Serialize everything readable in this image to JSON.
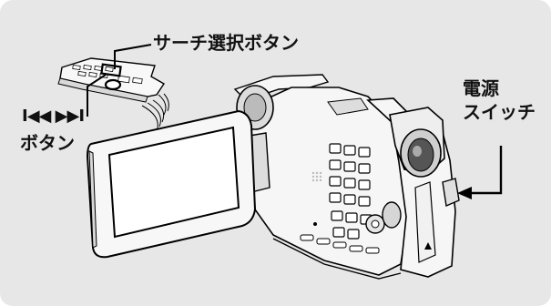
{
  "labels": {
    "search_select_button": "サーチ選択ボタン",
    "skip_symbols": "I◀◀ ▶▶I",
    "skip_button": "ボタン",
    "power_line1": "電源",
    "power_line2": "スイッチ"
  },
  "colors": {
    "panel_background": "#e7e7e7",
    "line": "#000000",
    "body_fill": "#f6f6f6"
  },
  "icons": [
    "remote-control-icon",
    "camcorder-icon",
    "signal-waves-icon"
  ]
}
